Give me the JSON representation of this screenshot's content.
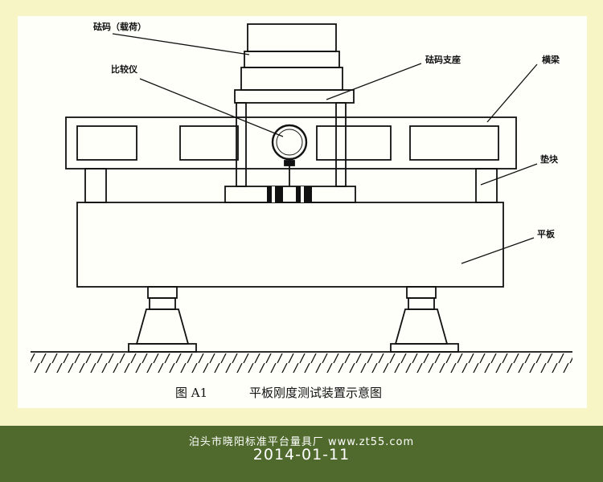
{
  "diagram": {
    "labels": {
      "weights": "砝码（载荷）",
      "comparator": "比较仪",
      "weight_support": "砝码支座",
      "crossbeam": "横梁",
      "spacer": "垫块",
      "plate": "平板"
    },
    "caption_prefix": "图 A1",
    "caption_title": "平板刚度测试装置示意图"
  },
  "footer": {
    "company": "泊头市晓阳标准平台量具厂 www.zt55.com",
    "date": "2014-01-11"
  },
  "colors": {
    "page_background": "#f7f5c5",
    "footer_background": "#4f6a2c",
    "ink": "#111111"
  }
}
